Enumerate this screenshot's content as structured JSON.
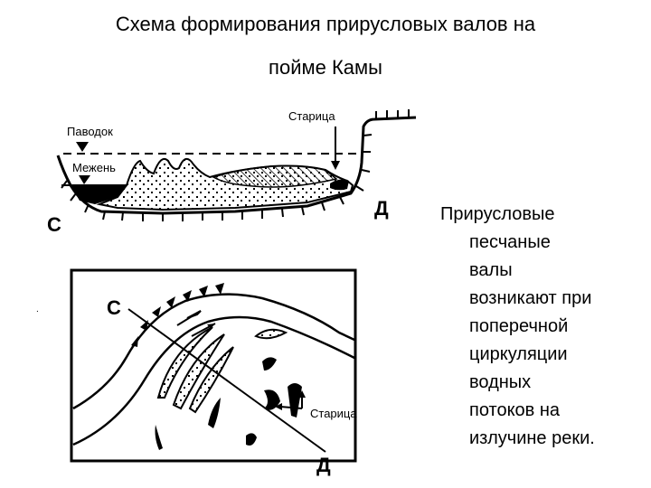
{
  "title": {
    "line1": "Схема формирования прирусловых валов на",
    "line2": "пойме Камы"
  },
  "cross_section": {
    "label_oxbow": "Старица",
    "label_flood": "Паводок",
    "label_lowwater": "Межень",
    "label_c": "С",
    "label_d": "Д"
  },
  "plan_view": {
    "label_c": "С",
    "label_d": "Д",
    "label_oxbow": "Старица",
    "label_dot": "."
  },
  "description": {
    "lines": [
      "Прирусловые",
      "песчаные",
      "валы",
      "возникают при",
      "поперечной",
      "циркуляции",
      "водных",
      "потоков на",
      "излучине реки."
    ]
  }
}
